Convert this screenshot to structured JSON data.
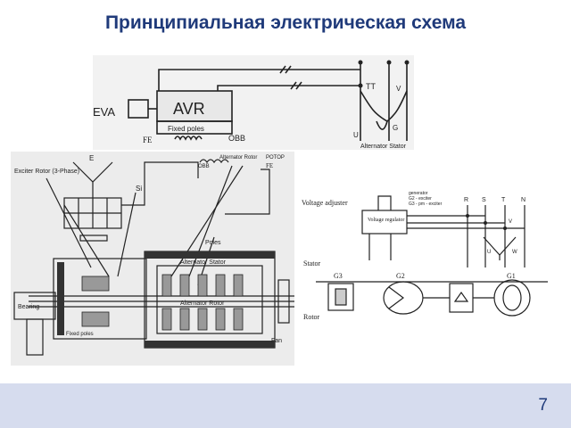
{
  "slide": {
    "title": "Принципиальная электрическая схема",
    "page_number": "7"
  },
  "avr_panel": {
    "eva": "EVA",
    "avr": "AVR",
    "fixed_poles": "Fixed poles",
    "obb": "OBB",
    "fe": "FE",
    "tt": "TT",
    "u": "U",
    "v": "V",
    "g": "G",
    "stator": "Alternator Stator"
  },
  "cutaway_panel": {
    "exciter_rotor": "Exciter Rotor (3-Phase)",
    "e": "E",
    "si": "Si",
    "alt_rotor_top": "Alternator Rotor",
    "potop": "POTOP",
    "obb": "OBB",
    "fe": "FE",
    "poles": "Poles",
    "alt_stator": "Alternator Stator",
    "alt_rotor": "Alternator Rotor",
    "bearing": "Bearing",
    "fixed_poles": "Fixed poles",
    "fan": "Fan"
  },
  "regulator_panel": {
    "voltage_adjuster": "Voltage adjuster",
    "regulator": "Voltage regulator",
    "legend": [
      "generator",
      "G2 - exciter",
      "G3 - pm - exciter"
    ],
    "r": "R",
    "s": "S",
    "t": "T",
    "n": "N",
    "u": "U",
    "v": "V",
    "w": "W",
    "stator": "Stator",
    "rotor": "Rotor",
    "g1": "G1",
    "g2": "G2",
    "g3": "G3"
  }
}
